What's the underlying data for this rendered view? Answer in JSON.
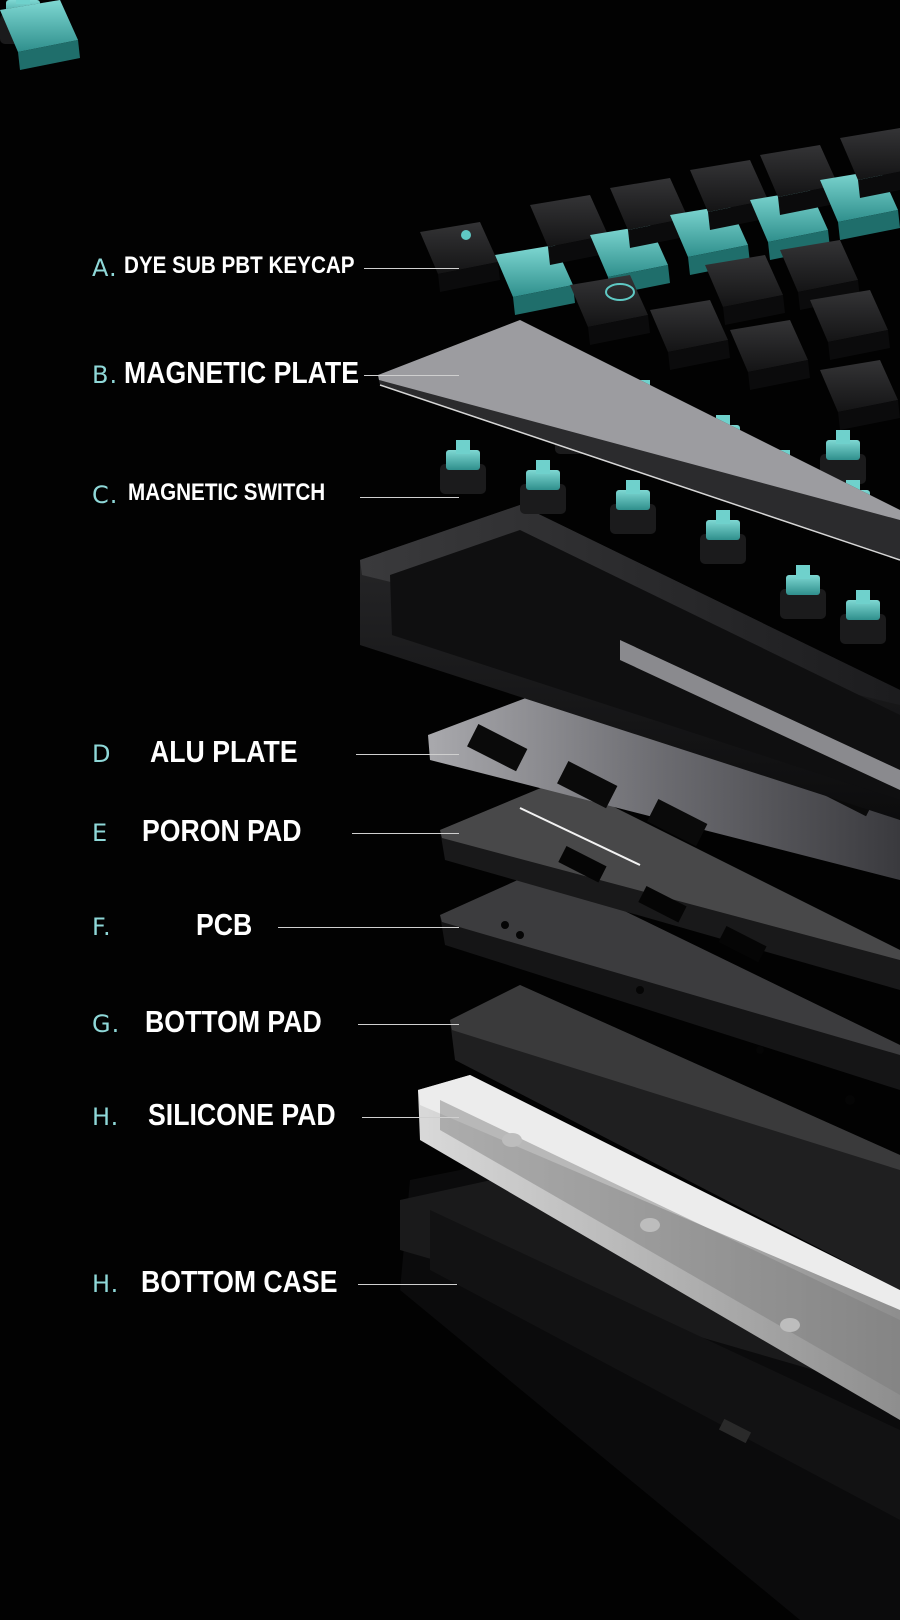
{
  "layers": [
    {
      "letter": "A.",
      "name": "DYE SUB PBT KEYCAP"
    },
    {
      "letter": "B.",
      "name": "MAGNETIC PLATE"
    },
    {
      "letter": "C.",
      "name": "MAGNETIC SWITCH"
    },
    {
      "letter": "D",
      "name": "ALU PLATE"
    },
    {
      "letter": "E",
      "name": "PORON PAD"
    },
    {
      "letter": "F.",
      "name": "PCB"
    },
    {
      "letter": "G.",
      "name": "BOTTOM PAD"
    },
    {
      "letter": "H.",
      "name": "SILICONE PAD"
    },
    {
      "letter": "H.",
      "name": "BOTTOM CASE"
    }
  ],
  "colors": {
    "background": "#020202",
    "accent_teal": "#5fc9c4",
    "letter": "#8fd8d8",
    "label": "#ffffff"
  }
}
